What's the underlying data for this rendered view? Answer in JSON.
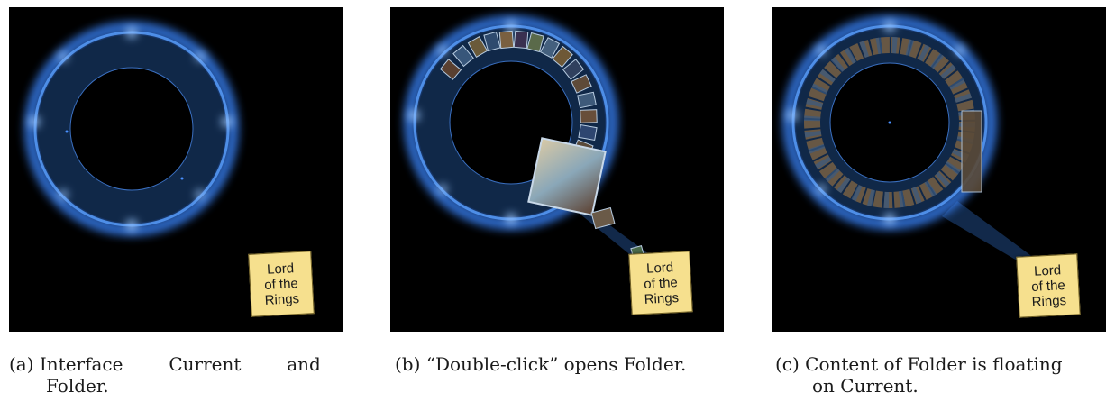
{
  "figures": [
    {
      "label": "(a)",
      "caption_line1": "Interface        Current        and",
      "caption_line2": "Folder.",
      "note": [
        "Lord",
        "of the",
        "Rings"
      ]
    },
    {
      "label": "(b)",
      "caption_line1": "“Double-click” opens Folder.",
      "caption_line2": "",
      "note": [
        "Lord",
        "of the",
        "Rings"
      ]
    },
    {
      "label": "(c)",
      "caption_line1": "Content of Folder is floating",
      "caption_line2": "on Current.",
      "note": [
        "Lord",
        "of the",
        "Rings"
      ]
    }
  ],
  "colors": {
    "ring_fill": "#102848",
    "ring_glow": "#3a86ff",
    "background": "#000000",
    "note_fill": "#f6e08e"
  }
}
